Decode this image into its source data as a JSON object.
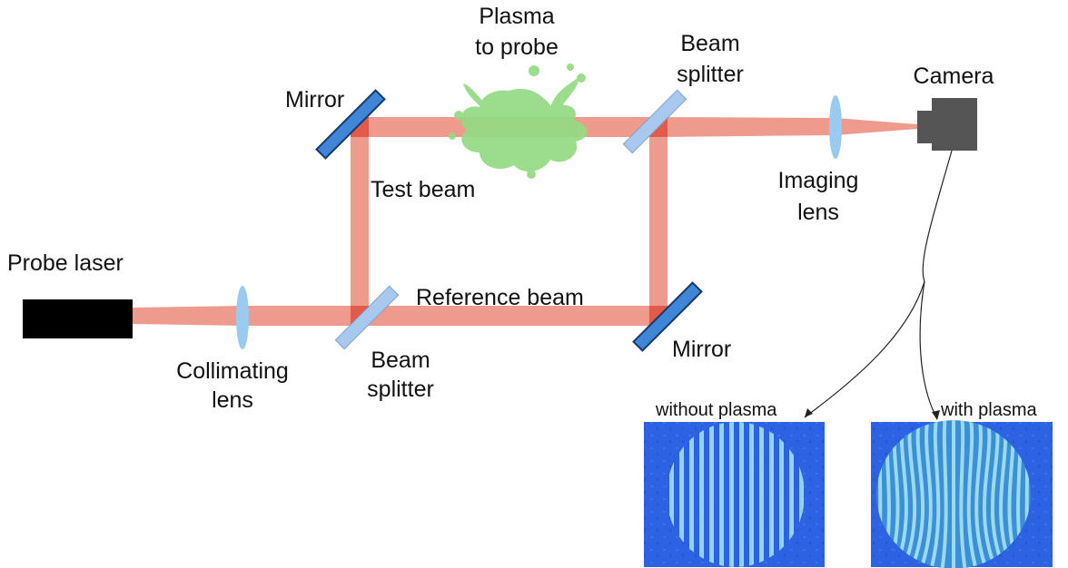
{
  "colors": {
    "beam": "#ee9a8c",
    "beam_overlap": "#e0503c",
    "optic_blue": "#3f86d8",
    "optic_outline": "#163a6b",
    "splitter_fill": "#a9c8ee",
    "lens": "#9bcaf0",
    "plasma": "#93db83",
    "camera": "#555555",
    "laser": "#000000",
    "fringe_bg": "#2a62e6"
  },
  "labels": {
    "probe_laser": "Probe laser",
    "collimating_lens": [
      "Collimating",
      "lens"
    ],
    "beam_splitter_bottom": [
      "Beam",
      "splitter"
    ],
    "reference_beam": "Reference beam",
    "mirror_bottom": "Mirror",
    "mirror_top": "Mirror",
    "test_beam": "Test beam",
    "plasma": [
      "Plasma",
      "to probe"
    ],
    "beam_splitter_top": [
      "Beam",
      "splitter"
    ],
    "imaging_lens": [
      "Imaging",
      "lens"
    ],
    "camera": "Camera",
    "without_plasma": "without plasma",
    "with_plasma": "with plasma"
  }
}
